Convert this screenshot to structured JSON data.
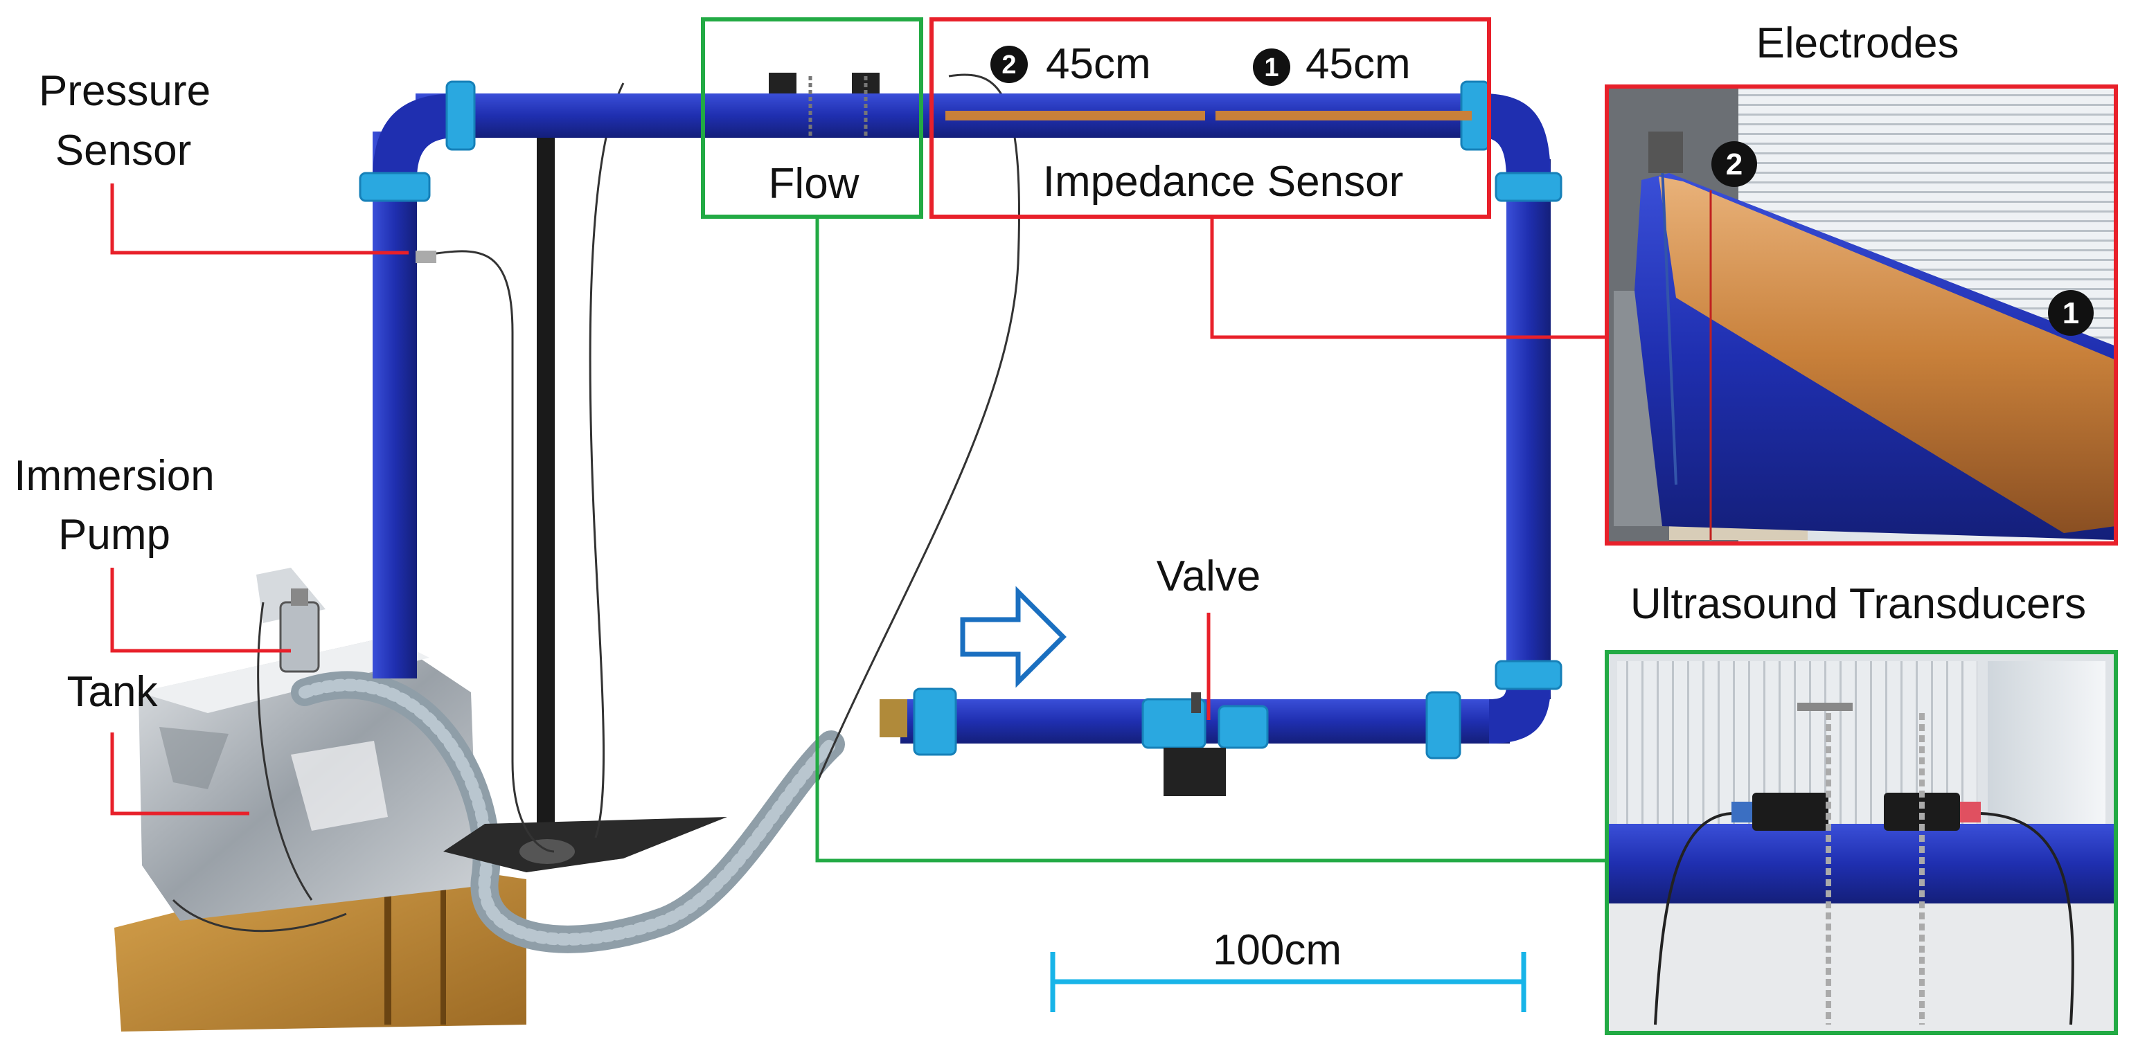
{
  "labels": {
    "pressure_sensor_line1": "Pressure",
    "pressure_sensor_line2": "Sensor",
    "immersion_pump_line1": "Immersion",
    "immersion_pump_line2": "Pump",
    "tank": "Tank",
    "flow": "Flow",
    "impedance_sensor": "Impedance Sensor",
    "valve": "Valve",
    "electrodes": "Electrodes",
    "ultrasound_transducers": "Ultrasound Transducers",
    "scale_bar": "100cm"
  },
  "electrode_markers": [
    {
      "number": "2",
      "length": "45cm"
    },
    {
      "number": "1",
      "length": "45cm"
    }
  ],
  "inset_markers": {
    "electrode_2": "2",
    "electrode_1": "1"
  },
  "colors": {
    "pipe_blue": "#1f2fb0",
    "fitting_cyan": "#2aa8e0",
    "highlight_red": "#e8202a",
    "highlight_green": "#22aa44",
    "scale_bar": "#18b4e8",
    "flow_arrow": "#1a6fc0",
    "copper": "#c8803a"
  }
}
